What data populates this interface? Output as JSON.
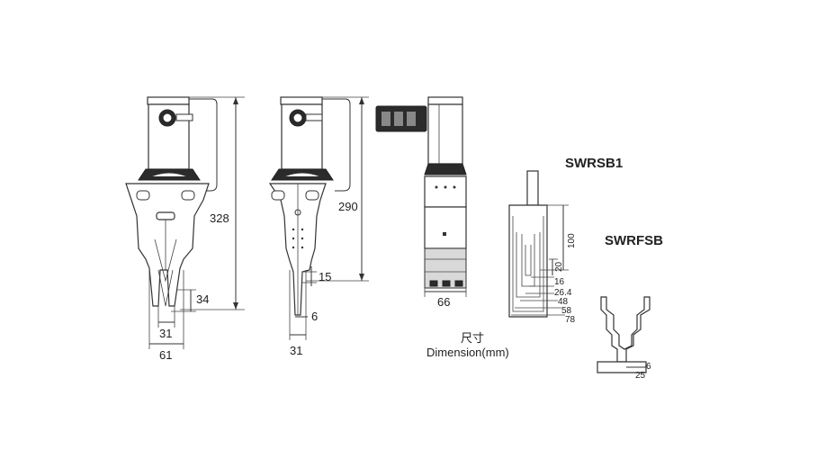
{
  "front_view": {
    "dims": {
      "height": "328",
      "tip": "34",
      "jaw_open": "31",
      "width": "61"
    }
  },
  "side_view": {
    "dims": {
      "height": "290",
      "step": "15",
      "tip": "6",
      "width": "31"
    }
  },
  "rear_view": {
    "dims": {
      "width": "66"
    }
  },
  "caption": {
    "chinese": "尺寸",
    "english": "Dimension(mm)"
  },
  "swrsb1": {
    "title": "SWRSB1",
    "dims": {
      "height": "100",
      "step": "20",
      "d16": "16",
      "d26_4": "26.4",
      "d48": "48",
      "d58": "58",
      "d78": "78"
    }
  },
  "swrfsb": {
    "title": "SWRFSB",
    "dims": {
      "d6": "6",
      "d25": "25"
    }
  }
}
